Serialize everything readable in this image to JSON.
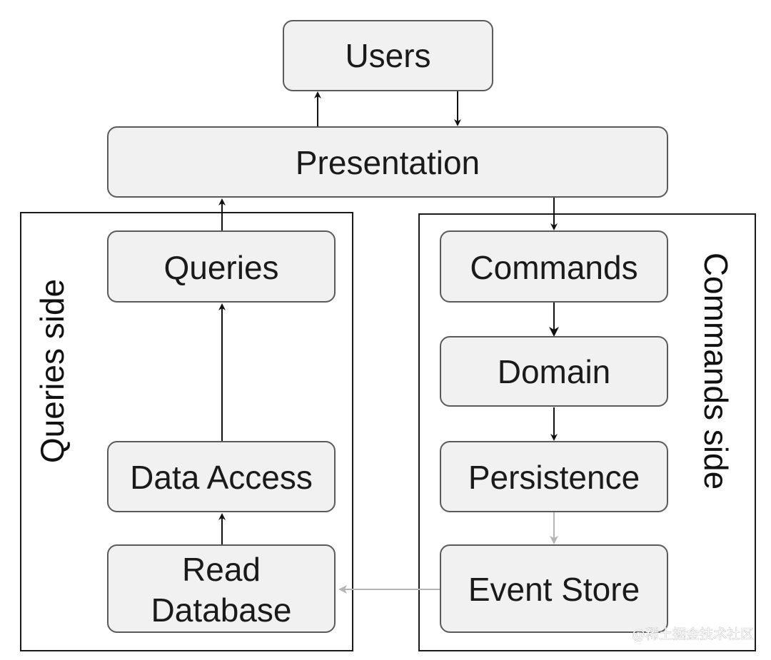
{
  "nodes": {
    "users": "Users",
    "presentation": "Presentation",
    "queries": "Queries",
    "data_access": "Data Access",
    "read_database_line1": "Read",
    "read_database_line2": "Database",
    "commands": "Commands",
    "domain": "Domain",
    "persistence": "Persistence",
    "event_store": "Event Store"
  },
  "sides": {
    "queries": "Queries side",
    "commands": "Commands side"
  },
  "watermark": "@稀土掘金技术社区",
  "colors": {
    "box_fill": "#f1f1f1",
    "box_stroke": "#5a5a5a",
    "arrow_dark": "#111111",
    "arrow_light": "#b5b5b5"
  }
}
